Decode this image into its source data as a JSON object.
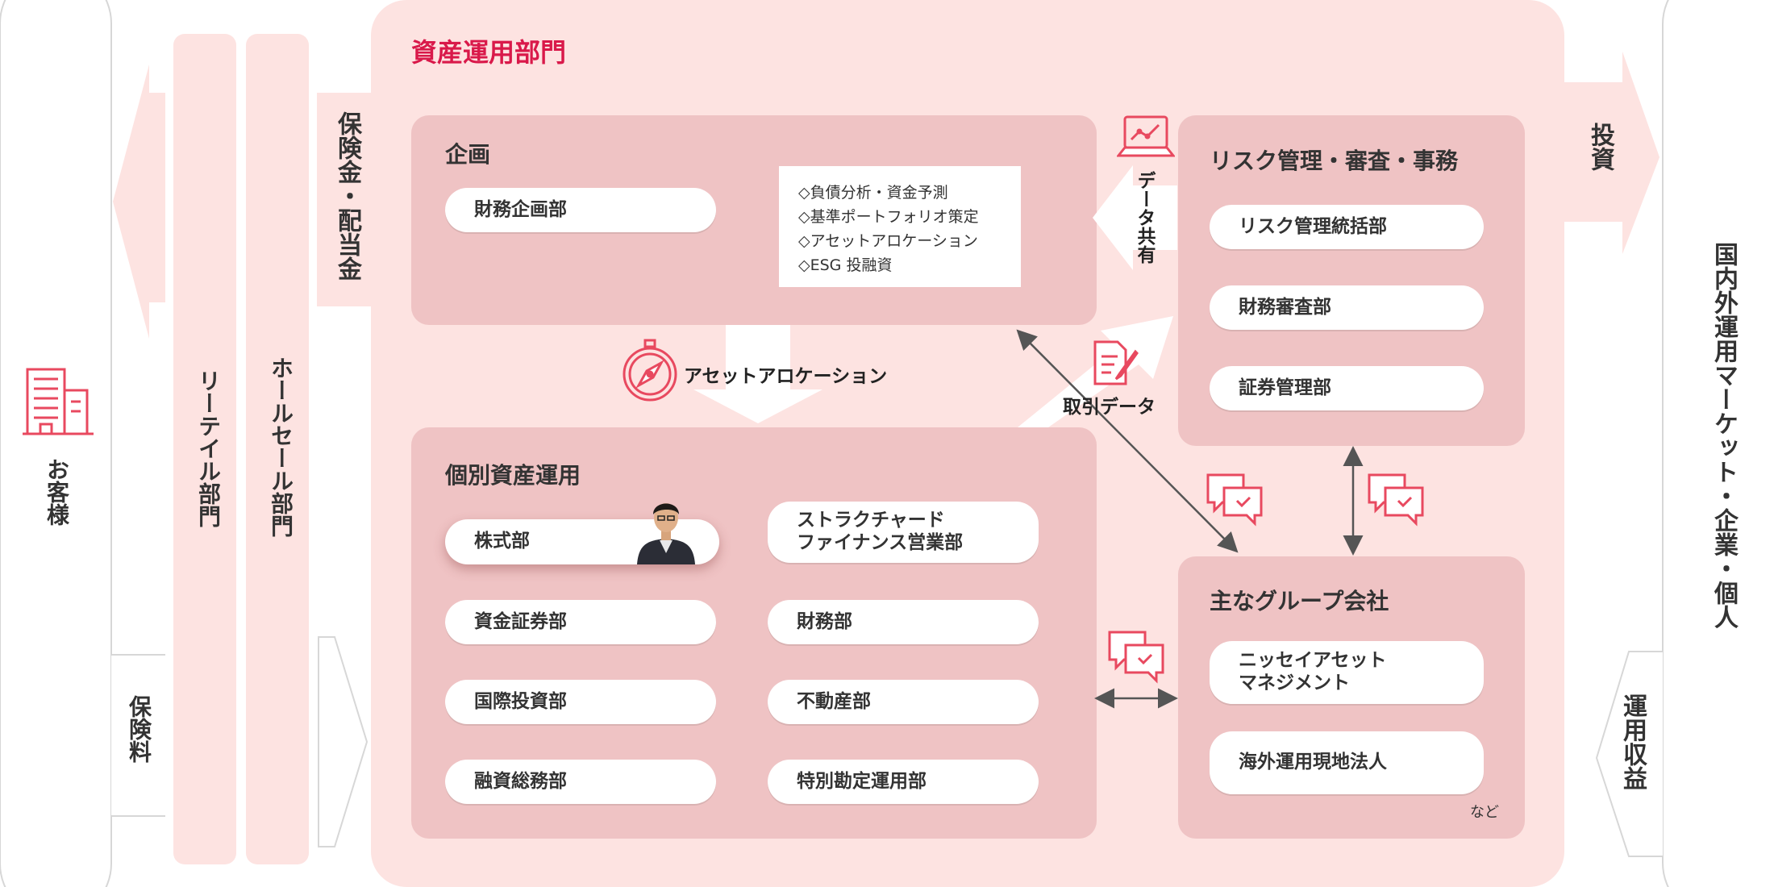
{
  "left": {
    "customer": "お客様",
    "premium": "保険料",
    "retail": "リーテイル部門",
    "wholesale": "ホールセール部門",
    "payout": "保険金・配当金"
  },
  "main": {
    "title": "資産運用部門",
    "planning": {
      "title": "企画",
      "dept": "財務企画部",
      "tasks": [
        "◇負債分析・資金予測",
        "◇基準ポートフォリオ策定",
        "◇アセットアロケーション",
        "◇ESG 投融資"
      ]
    },
    "allocation_label": "アセットアロケーション",
    "individual": {
      "title": "個別資産運用",
      "depts_left": [
        "株式部",
        "資金証券部",
        "国際投資部",
        "融資総務部"
      ],
      "depts_right": [
        "ストラクチャード\nファイナンス営業部",
        "財務部",
        "不動産部",
        "特別勘定運用部"
      ]
    },
    "risk": {
      "title": "リスク管理・審査・事務",
      "depts": [
        "リスク管理統括部",
        "財務審査部",
        "証券管理部"
      ]
    },
    "group": {
      "title": "主なグループ会社",
      "depts": [
        "ニッセイアセット\nマネジメント",
        "海外運用現地法人"
      ],
      "note": "など"
    },
    "data_share": "データ共有",
    "trade_data": "取引データ"
  },
  "right": {
    "invest": "投資",
    "market": "国内外運用マーケット・企業・個人",
    "return": "運用収益"
  },
  "colors": {
    "accent": "#e8495f",
    "panel": "#efc3c4",
    "bg": "#fde3e1"
  }
}
